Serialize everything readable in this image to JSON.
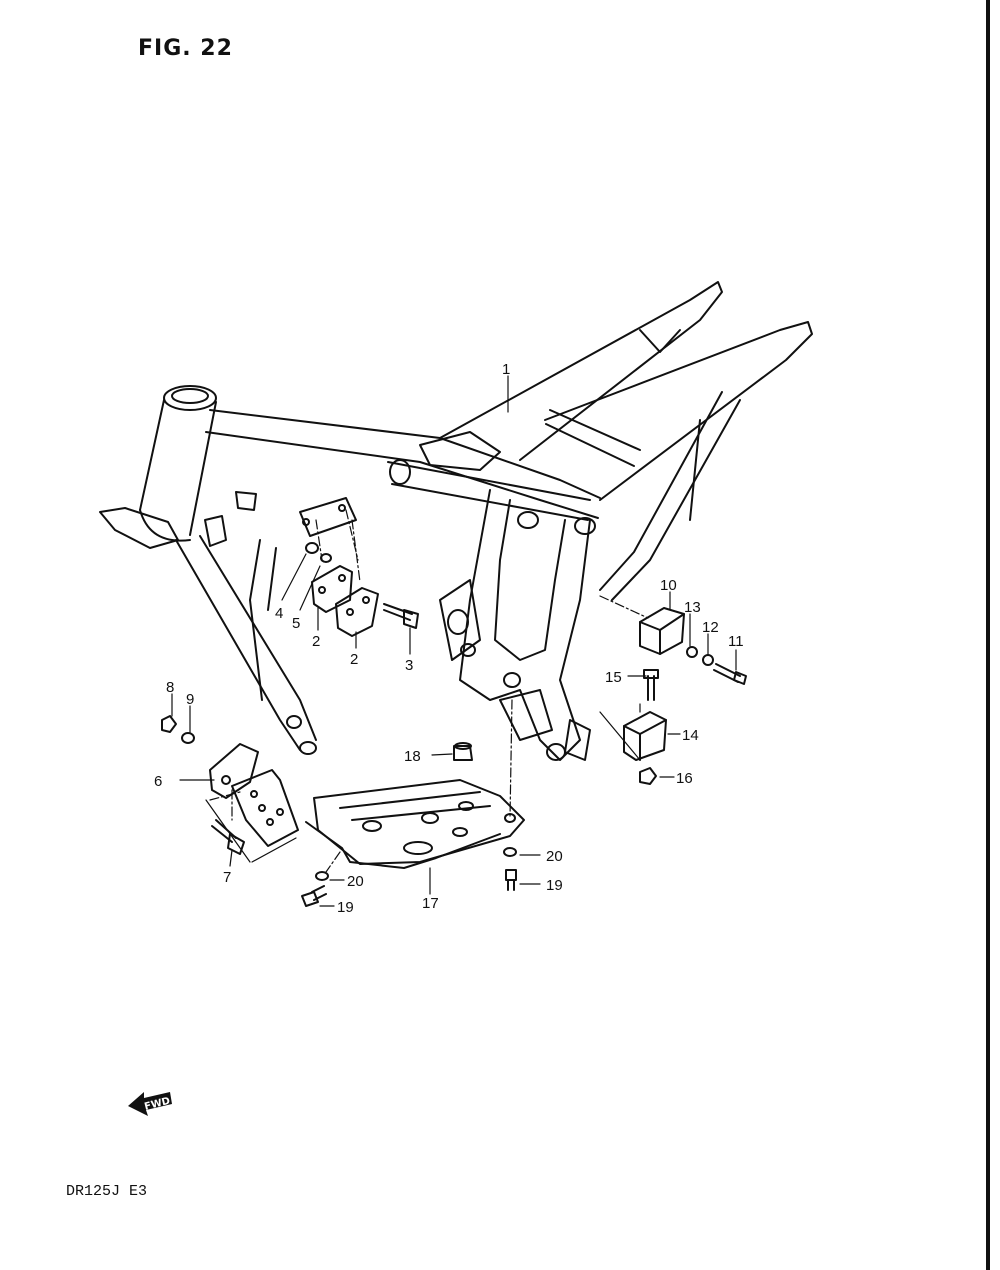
{
  "figure": {
    "title": "FIG. 22",
    "model": "DR125J  E3",
    "fwd_label": "FWD"
  },
  "parts": [
    {
      "id": "p1",
      "label": "1"
    },
    {
      "id": "p2a",
      "label": "2"
    },
    {
      "id": "p2b",
      "label": "2"
    },
    {
      "id": "p3",
      "label": "3"
    },
    {
      "id": "p4",
      "label": "4"
    },
    {
      "id": "p5",
      "label": "5"
    },
    {
      "id": "p6",
      "label": "6"
    },
    {
      "id": "p7",
      "label": "7"
    },
    {
      "id": "p8",
      "label": "8"
    },
    {
      "id": "p9",
      "label": "9"
    },
    {
      "id": "p10",
      "label": "10"
    },
    {
      "id": "p11",
      "label": "11"
    },
    {
      "id": "p12",
      "label": "12"
    },
    {
      "id": "p13",
      "label": "13"
    },
    {
      "id": "p14",
      "label": "14"
    },
    {
      "id": "p15",
      "label": "15"
    },
    {
      "id": "p16",
      "label": "16"
    },
    {
      "id": "p17",
      "label": "17"
    },
    {
      "id": "p18",
      "label": "18"
    },
    {
      "id": "p19a",
      "label": "19"
    },
    {
      "id": "p19b",
      "label": "19"
    },
    {
      "id": "p20a",
      "label": "20"
    },
    {
      "id": "p20b",
      "label": "20"
    }
  ]
}
